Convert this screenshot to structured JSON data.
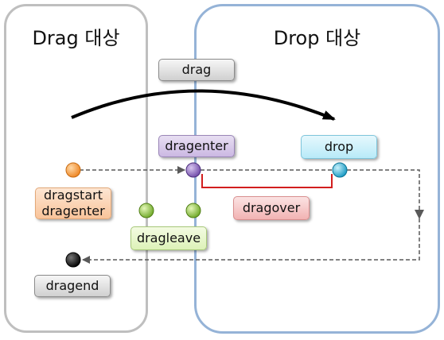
{
  "drag_target": {
    "title": "Drag 대상"
  },
  "drop_target": {
    "title": "Drop 대상"
  },
  "labels": {
    "drag": "drag",
    "dragenter": "dragenter",
    "drop": "drop",
    "dragstart_line1": "dragstart",
    "dragstart_line2": "dragenter",
    "dragover": "dragover",
    "dragleave": "dragleave",
    "dragend": "dragend"
  },
  "colors": {
    "orange_dot": "#f39a3a",
    "purple_dot": "#8e6bbf",
    "cyan_dot": "#2eb6dc",
    "green_dot": "#8fc33e",
    "black_dot": "#111111",
    "dragover_line": "#d21e1e",
    "dashed_line": "#595959"
  }
}
